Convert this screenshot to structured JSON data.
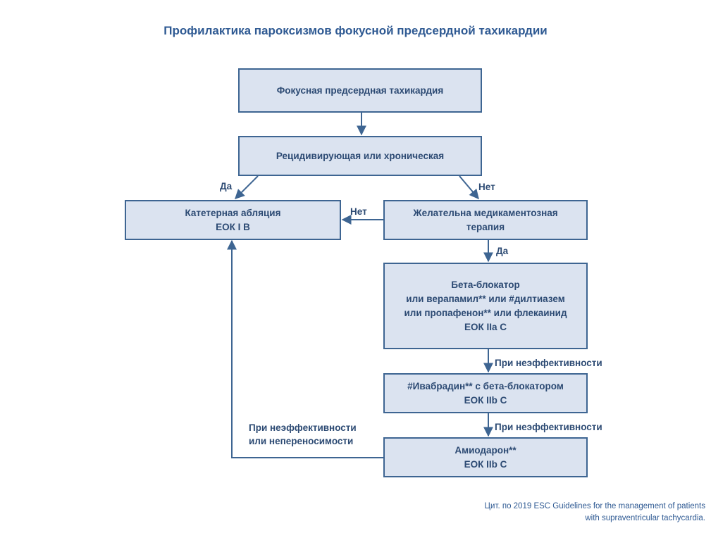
{
  "title": "Профилактика пароксизмов фокусной предсердной тахикардии",
  "boxes": {
    "focal_at": {
      "lines": [
        "Фокусная предсердная тахикардия"
      ]
    },
    "recurrent": {
      "lines": [
        "Рецидивирующая или хроническая"
      ]
    },
    "ablation": {
      "lines": [
        "Катетерная абляция",
        "ЕОК I B"
      ]
    },
    "drug_therapy_wanted": {
      "lines": [
        "Желательна медикаментозная",
        "терапия"
      ]
    },
    "beta_blocker": {
      "lines": [
        "Бета-блокатор",
        "или верапамил** или #дилтиазем",
        "или пропафенон** или флекаинид",
        "ЕОК IIa C"
      ]
    },
    "ivabradine": {
      "lines": [
        "#Ивабрадин** с бета-блокатором",
        "ЕОК IIb C"
      ]
    },
    "amiodarone": {
      "lines": [
        "Амиодарон**",
        "ЕОК IIb C"
      ]
    }
  },
  "labels": {
    "yes_left": "Да",
    "no_right": "Нет",
    "no_to_ablation": "Нет",
    "yes_down": "Да",
    "ineffective_1": "При неэффективности",
    "ineffective_2": "При неэффективности",
    "ineffective_or_intolerance": [
      "При неэффективности",
      "или непереносимости"
    ]
  },
  "footer": [
    "Цит. по 2019 ESC Guidelines for the management of patients",
    "with supraventricular tachycardia."
  ]
}
